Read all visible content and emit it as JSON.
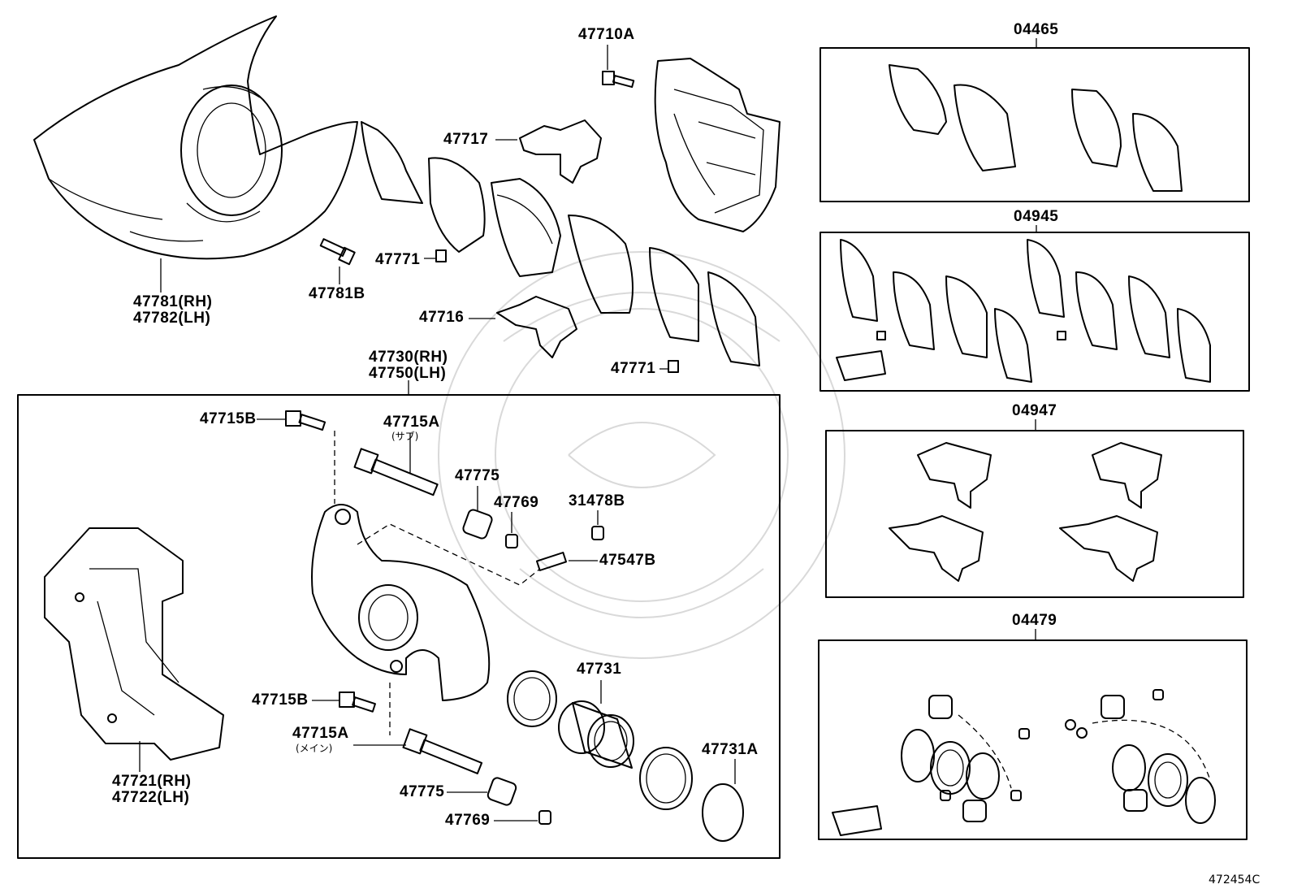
{
  "labels": {
    "p47781": "47781(RH)",
    "p47782": "47782(LH)",
    "p47781b": "47781B",
    "p47710a": "47710A",
    "p47717": "47717",
    "p47771_top": "47771",
    "p47716": "47716",
    "p47771_bottom": "47771",
    "p47730": "47730(RH)",
    "p47750": "47750(LH)",
    "p47715b_top": "47715B",
    "p47715a_top": "47715A",
    "sub_note": "(サブ)",
    "p47775_top": "47775",
    "p47769_top": "47769",
    "p31478b": "31478B",
    "p47547b": "47547B",
    "p47715b_bottom": "47715B",
    "p47715a_bottom": "47715A",
    "main_note": "(メイン)",
    "p47731": "47731",
    "p47731a": "47731A",
    "p47775_bottom": "47775",
    "p47769_bottom": "47769",
    "p47721": "47721(RH)",
    "p47722": "47722(LH)",
    "k04465": "04465",
    "k04945": "04945",
    "k04947": "04947",
    "k04479": "04479",
    "figure_code": "472454C"
  },
  "icons": {
    "dust_shield": "backing-plate-icon",
    "bolt": "bolt-icon",
    "pad": "brake-pad-icon",
    "clip": "pad-clip-icon",
    "caliper": "caliper-icon",
    "piston": "piston-icon",
    "seal": "seal-ring-icon",
    "boot": "boot-icon",
    "kit_bag": "grease-packet-icon"
  },
  "colors": {
    "line": "#000000",
    "background": "#ffffff",
    "watermark": "#d9d9d9"
  }
}
